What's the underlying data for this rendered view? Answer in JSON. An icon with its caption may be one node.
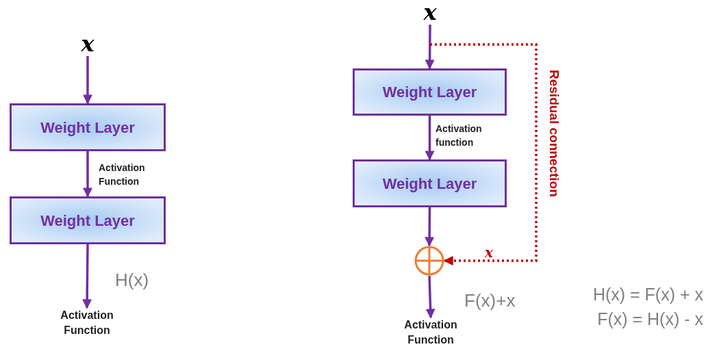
{
  "diagram": {
    "nodes": [
      {
        "text": [
          "x"
        ]
      },
      {
        "text": [
          "Weight Layer"
        ]
      },
      {
        "text": [
          "Weight Layer"
        ]
      },
      {
        "text": [
          "Activation Function"
        ]
      },
      {
        "text": [
          "x"
        ]
      },
      {
        "text": [
          "Weight Layer"
        ]
      },
      {
        "text": [
          "Weight Layer"
        ]
      },
      {
        "text": [],
        "shape": "circle"
      },
      {
        "text": [
          "Activation Function"
        ]
      }
    ],
    "edges": [
      {
        "from": 0,
        "to": 1,
        "arrow": "to"
      },
      {
        "from": 1,
        "to": 2,
        "arrow": "to",
        "label": "Activation Function"
      },
      {
        "from": 2,
        "to": 3,
        "arrow": "to"
      },
      {
        "from": 4,
        "to": 5,
        "arrow": "to"
      },
      {
        "from": 5,
        "to": 6,
        "arrow": "to",
        "label": "Activation function"
      },
      {
        "from": 6,
        "to": 7,
        "arrow": "to"
      },
      {
        "from": 7,
        "to": 8,
        "arrow": "to"
      },
      {
        "from": 4,
        "to": 7,
        "arrow": "to",
        "label": "Residual connection",
        "style": "dashed",
        "color": "#c00000"
      }
    ],
    "labels": [
      "H(x)",
      "x",
      "F(x)+x",
      "H(x) = F(x) + x",
      "F(x) = H(x) - x"
    ]
  }
}
